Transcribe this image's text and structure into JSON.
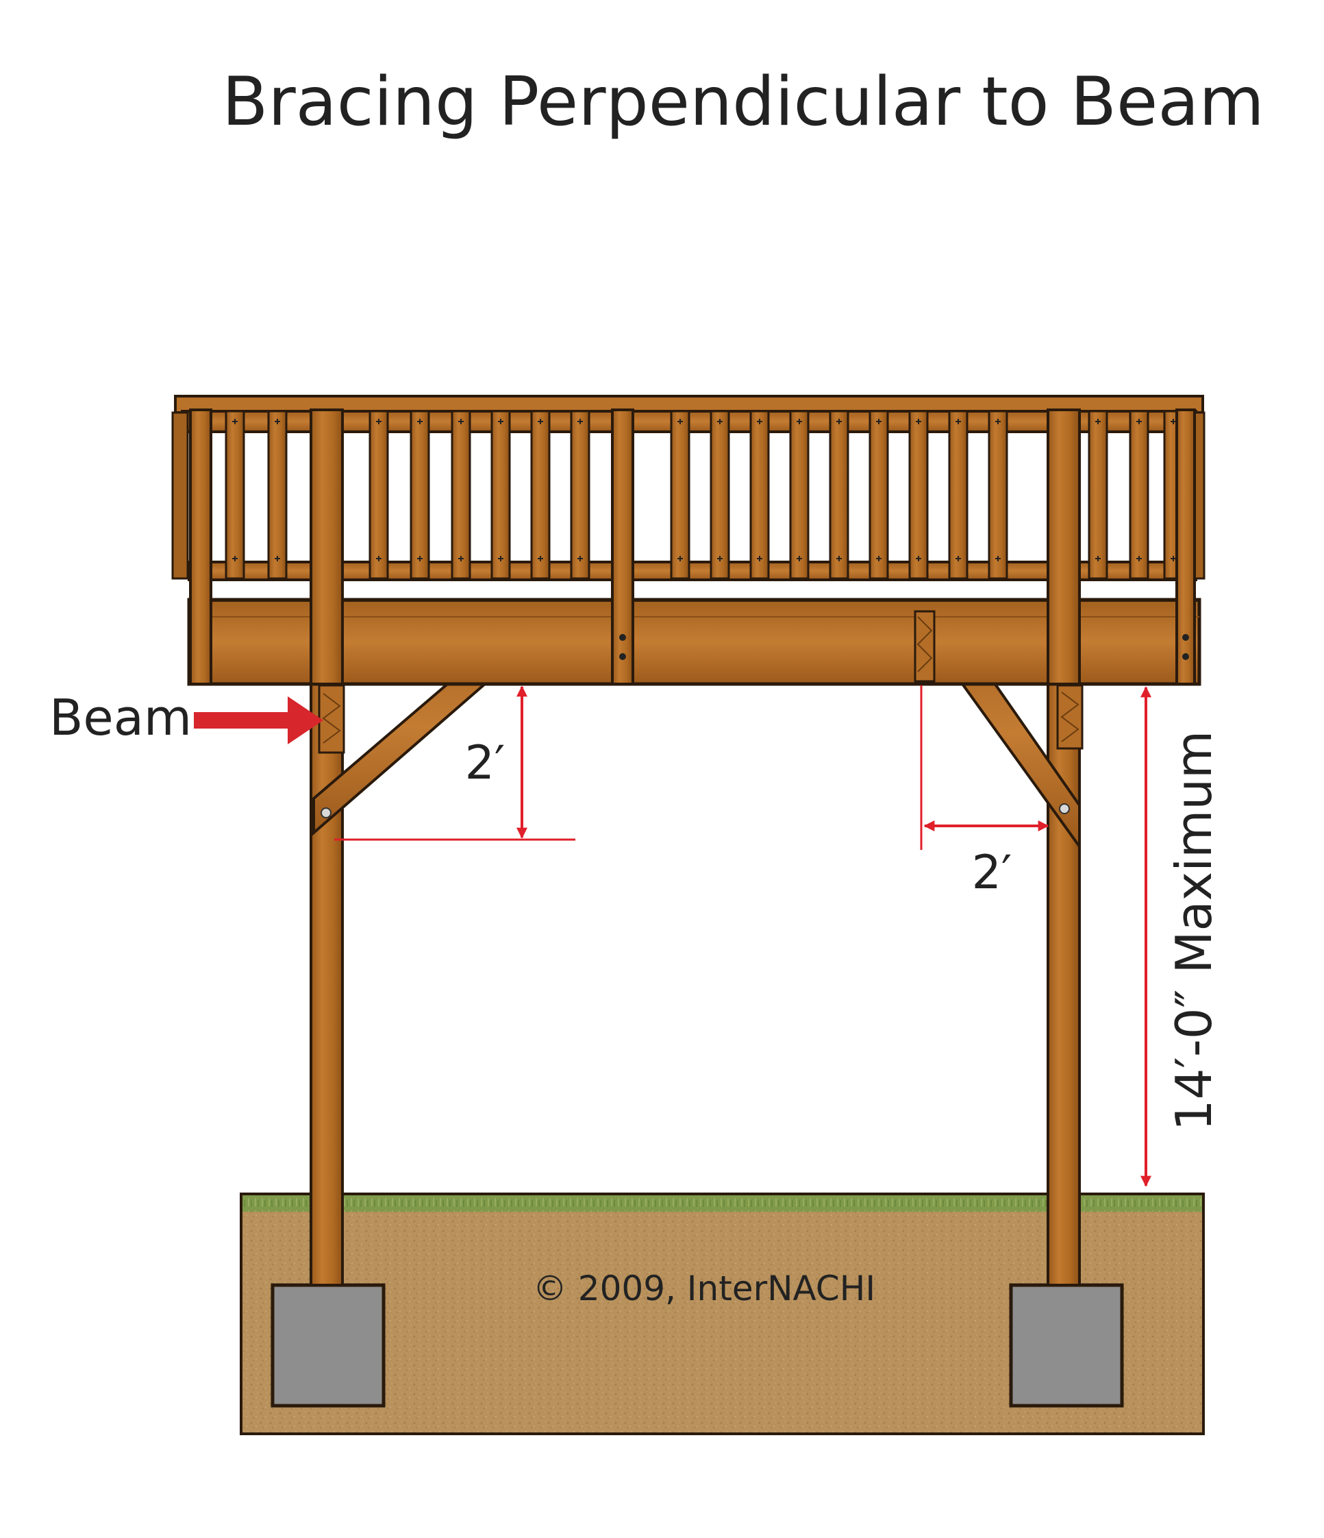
{
  "title": "Bracing Perpendicular to Beam",
  "labels": {
    "beam": "Beam",
    "left_brace_dimension": "2′",
    "right_brace_dimension": "2′",
    "max_height": "14′-0″ Maximum",
    "copyright": "© 2009, InterNACHI"
  },
  "colors": {
    "wood": "#b86d24",
    "wood_dark": "#8a4e16",
    "outline": "#2a1a0c",
    "dimension": "#e0202a",
    "arrow": "#d7262c",
    "soil": "#b8915c",
    "grass": "#7f9a4a",
    "footing": "#8e8e8e",
    "text": "#222222"
  }
}
